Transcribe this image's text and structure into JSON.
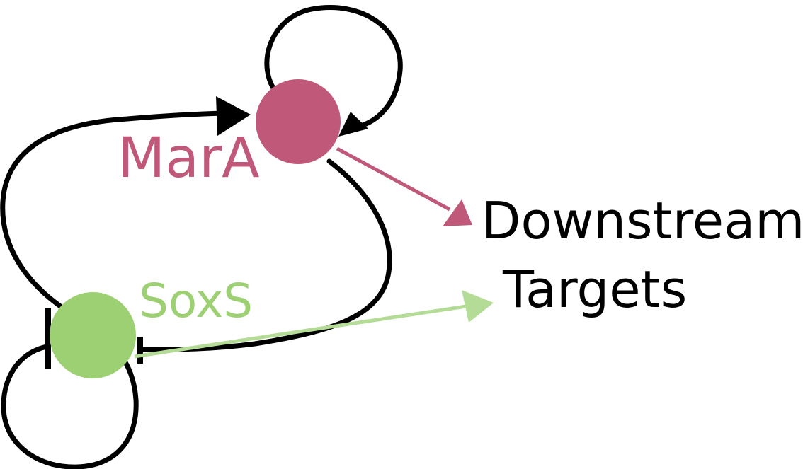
{
  "nodes": {
    "mara": {
      "label": "MarA",
      "color": "#C0587A"
    },
    "soxs": {
      "label": "SoxS",
      "color": "#9DCF73"
    }
  },
  "targets": {
    "line1": "Downstream",
    "line2": "Targets"
  },
  "edges": [
    {
      "from": "MarA",
      "to": "MarA",
      "type": "activation",
      "color": "#000000"
    },
    {
      "from": "SoxS",
      "to": "MarA",
      "type": "activation",
      "color": "#000000"
    },
    {
      "from": "MarA",
      "to": "SoxS",
      "type": "repression",
      "color": "#000000"
    },
    {
      "from": "SoxS",
      "to": "SoxS",
      "type": "repression",
      "color": "#000000"
    },
    {
      "from": "MarA",
      "to": "Downstream Targets",
      "type": "activation",
      "color": "#C0587A"
    },
    {
      "from": "SoxS",
      "to": "Downstream Targets",
      "type": "activation",
      "color": "#B4DC96"
    }
  ]
}
